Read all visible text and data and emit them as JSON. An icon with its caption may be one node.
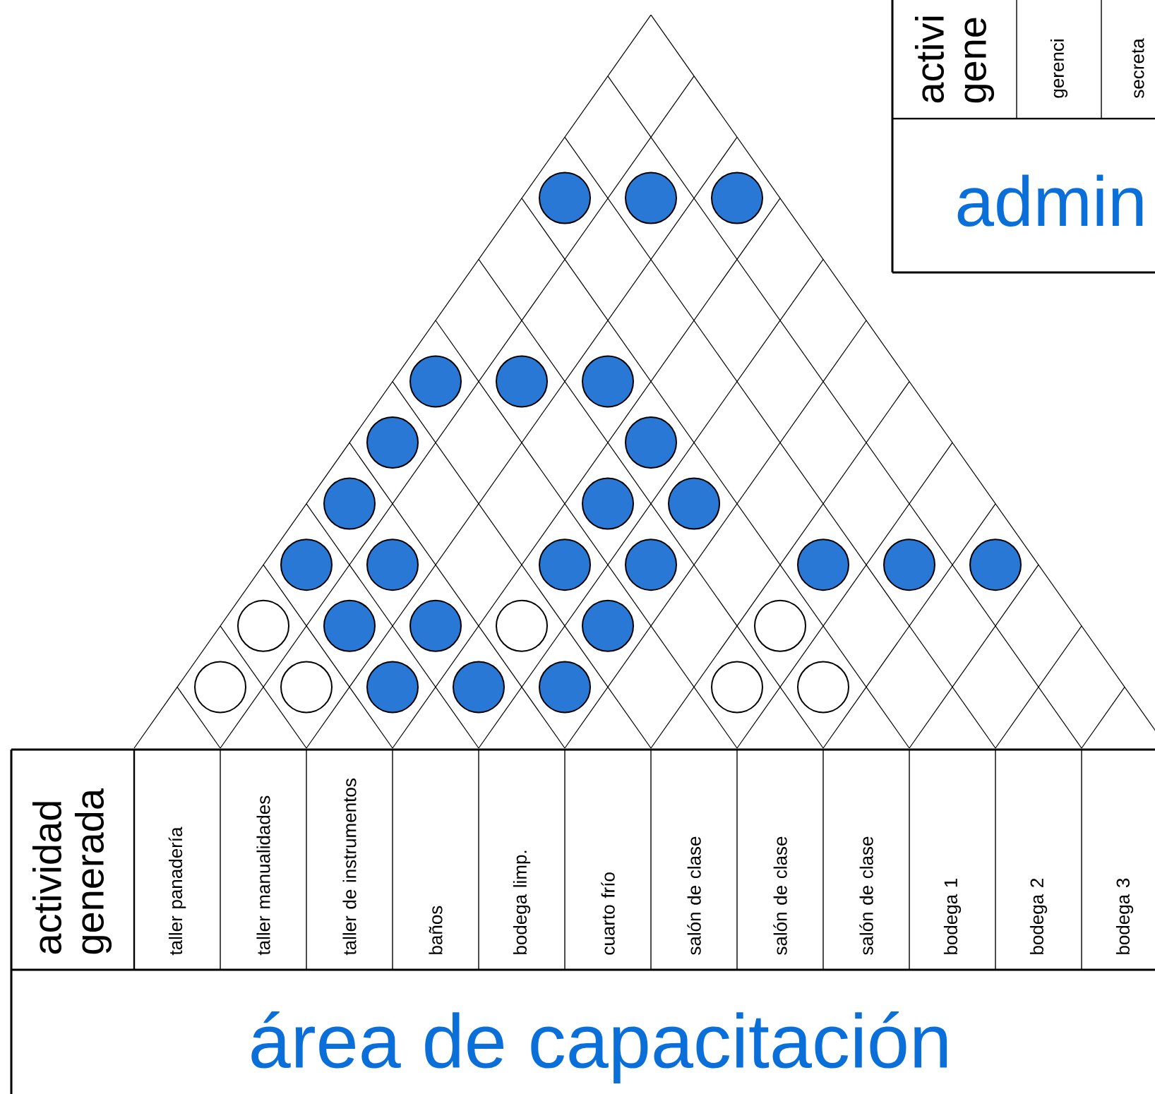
{
  "diagram": {
    "nodes": [
      {
        "text": [
          "activi gene"
        ]
      },
      {
        "text": [
          "gerenci"
        ]
      },
      {
        "text": [
          "secreta"
        ]
      },
      {
        "text": [
          "admin"
        ]
      },
      {
        "text": [],
        "shape": "disc"
      },
      {
        "text": [],
        "shape": "disc"
      },
      {
        "text": [],
        "shape": "disc"
      },
      {
        "text": [],
        "shape": "disc"
      },
      {
        "text": [],
        "shape": "disc"
      },
      {
        "text": [],
        "shape": "disc"
      },
      {
        "text": [],
        "shape": "disc"
      },
      {
        "text": [],
        "shape": "disc"
      },
      {
        "text": [],
        "shape": "disc"
      },
      {
        "text": [],
        "shape": "disc"
      },
      {
        "text": [],
        "shape": "disc"
      },
      {
        "text": [],
        "shape": "disc"
      },
      {
        "text": [],
        "shape": "disc"
      },
      {
        "text": [],
        "shape": "disc"
      },
      {
        "text": [],
        "shape": "disc"
      },
      {
        "text": [],
        "shape": "disc"
      },
      {
        "text": [],
        "shape": "disc"
      },
      {
        "text": [],
        "shape": "disc"
      },
      {
        "text": [],
        "shape": "circle"
      },
      {
        "text": [],
        "shape": "disc"
      },
      {
        "text": [],
        "shape": "disc"
      },
      {
        "text": [],
        "shape": "circle"
      },
      {
        "text": [],
        "shape": "disc"
      },
      {
        "text": [],
        "shape": "circle"
      },
      {
        "text": [],
        "shape": "circle"
      },
      {
        "text": [],
        "shape": "circle"
      },
      {
        "text": [],
        "shape": "disc"
      },
      {
        "text": [],
        "shape": "disc"
      },
      {
        "text": [],
        "shape": "disc"
      },
      {
        "text": [],
        "shape": "circle"
      },
      {
        "text": [],
        "shape": "circle"
      },
      {
        "text": [
          "actividad generada"
        ]
      },
      {
        "text": [
          "taller panadería"
        ]
      },
      {
        "text": [
          "taller manualidades"
        ]
      },
      {
        "text": [
          "taller de instrumentos"
        ]
      },
      {
        "text": [
          "baños"
        ]
      },
      {
        "text": [
          "bodega limp."
        ]
      },
      {
        "text": [
          "cuarto frío"
        ]
      },
      {
        "text": [
          "salón de clase"
        ]
      },
      {
        "text": [
          "salón de clase"
        ]
      },
      {
        "text": [
          "salón de clase"
        ]
      },
      {
        "text": [
          "bodega 1"
        ]
      },
      {
        "text": [
          "bodega 2"
        ]
      },
      {
        "text": [
          "bodega 3"
        ]
      },
      {
        "text": [
          "área de capacitación"
        ]
      }
    ]
  }
}
